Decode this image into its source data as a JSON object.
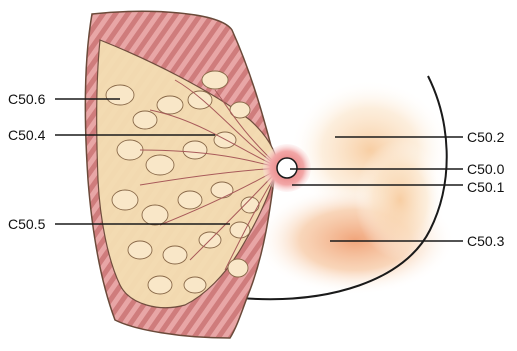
{
  "labels": {
    "c50_6": "C50.6",
    "c50_4": "C50.4",
    "c50_5": "C50.5",
    "c50_2": "C50.2",
    "c50_0": "C50.0",
    "c50_1": "C50.1",
    "c50_3": "C50.3"
  },
  "colors": {
    "leader_line": "#1a1a1a",
    "muscle": "#d98a8a",
    "fat_lobules": "#f4deb3",
    "tissue_outline": "#6b4a3a",
    "quadrant_glow": "#f2a070",
    "areola": "#e88888"
  }
}
